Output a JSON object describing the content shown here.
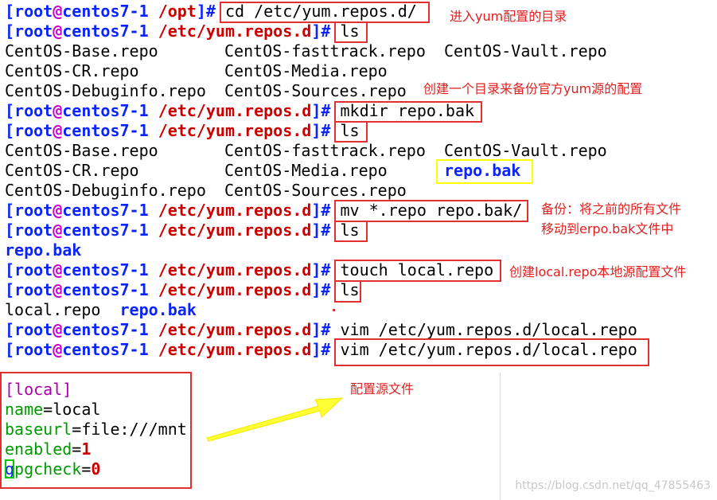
{
  "prompt": {
    "open": "[",
    "user": "root",
    "at": "@",
    "host": "centos7-1",
    "close": "]",
    "hash": "#"
  },
  "lines": [
    {
      "type": "prompt",
      "path": "/opt",
      "cmd": "cd /etc/yum.repos.d/"
    },
    {
      "type": "prompt",
      "path": "/etc/yum.repos.d",
      "cmd": "ls"
    },
    {
      "type": "cols",
      "c1": "CentOS-Base.repo",
      "c2": "CentOS-fasttrack.repo",
      "c3": "CentOS-Vault.repo"
    },
    {
      "type": "cols",
      "c1": "CentOS-CR.repo",
      "c2": "CentOS-Media.repo",
      "c3": ""
    },
    {
      "type": "cols",
      "c1": "CentOS-Debuginfo.repo",
      "c2": "CentOS-Sources.repo",
      "c3": ""
    },
    {
      "type": "prompt",
      "path": "/etc/yum.repos.d",
      "cmd": "mkdir repo.bak"
    },
    {
      "type": "prompt",
      "path": "/etc/yum.repos.d",
      "cmd": "ls"
    },
    {
      "type": "cols",
      "c1": "CentOS-Base.repo",
      "c2": "CentOS-fasttrack.repo",
      "c3": "CentOS-Vault.repo"
    },
    {
      "type": "cols",
      "c1": "CentOS-CR.repo",
      "c2": "CentOS-Media.repo",
      "c3": "repo.bak"
    },
    {
      "type": "cols",
      "c1": "CentOS-Debuginfo.repo",
      "c2": "CentOS-Sources.repo",
      "c3": ""
    },
    {
      "type": "prompt",
      "path": "/etc/yum.repos.d",
      "cmd": "mv *.repo repo.bak/"
    },
    {
      "type": "prompt",
      "path": "/etc/yum.repos.d",
      "cmd": "ls"
    },
    {
      "type": "dir",
      "text": "repo.bak"
    },
    {
      "type": "prompt",
      "path": "/etc/yum.repos.d",
      "cmd": "touch local.repo"
    },
    {
      "type": "prompt",
      "path": "/etc/yum.repos.d",
      "cmd": "ls"
    },
    {
      "type": "mixed",
      "plain": "local.repo",
      "dir": "repo.bak"
    },
    {
      "type": "prompt",
      "path": "/etc/yum.repos.d",
      "cmd": "vim /etc/yum.repos.d/local.repo"
    },
    {
      "type": "prompt",
      "path": "/etc/yum.repos.d",
      "cmd": "vim /etc/yum.repos.d/local.repo"
    }
  ],
  "editor": {
    "section": "[local]",
    "entries": [
      {
        "key": "name",
        "eq": "=",
        "val": "local"
      },
      {
        "key": "baseurl",
        "eq": "=",
        "val": "file:///mnt"
      },
      {
        "key": "enabled",
        "eq": "=",
        "val": "1"
      },
      {
        "key": "gpgcheck",
        "eq": "=",
        "val": "0",
        "cursor_char": "g",
        "rest_key": "pgcheck"
      }
    ]
  },
  "notes": {
    "n1": "进入yum配置的目录",
    "n2": "创建一个目录来备份官方yum源的配置",
    "n3a": "备份：将之前的所有文件",
    "n3b": "移动到erpo.bak文件中",
    "n4": "创建local.repo本地源配置文件",
    "n5": "配置源文件"
  },
  "watermark": "https://blog.csdn.net/qq_47855463",
  "colors": {
    "prompt_blue": "#0b24fb",
    "path_red": "#cc0000",
    "at_magenta": "#cc00cc",
    "annotation_red": "#e02020",
    "highlight_yellow": "#ffff00",
    "key_green": "#009900"
  }
}
